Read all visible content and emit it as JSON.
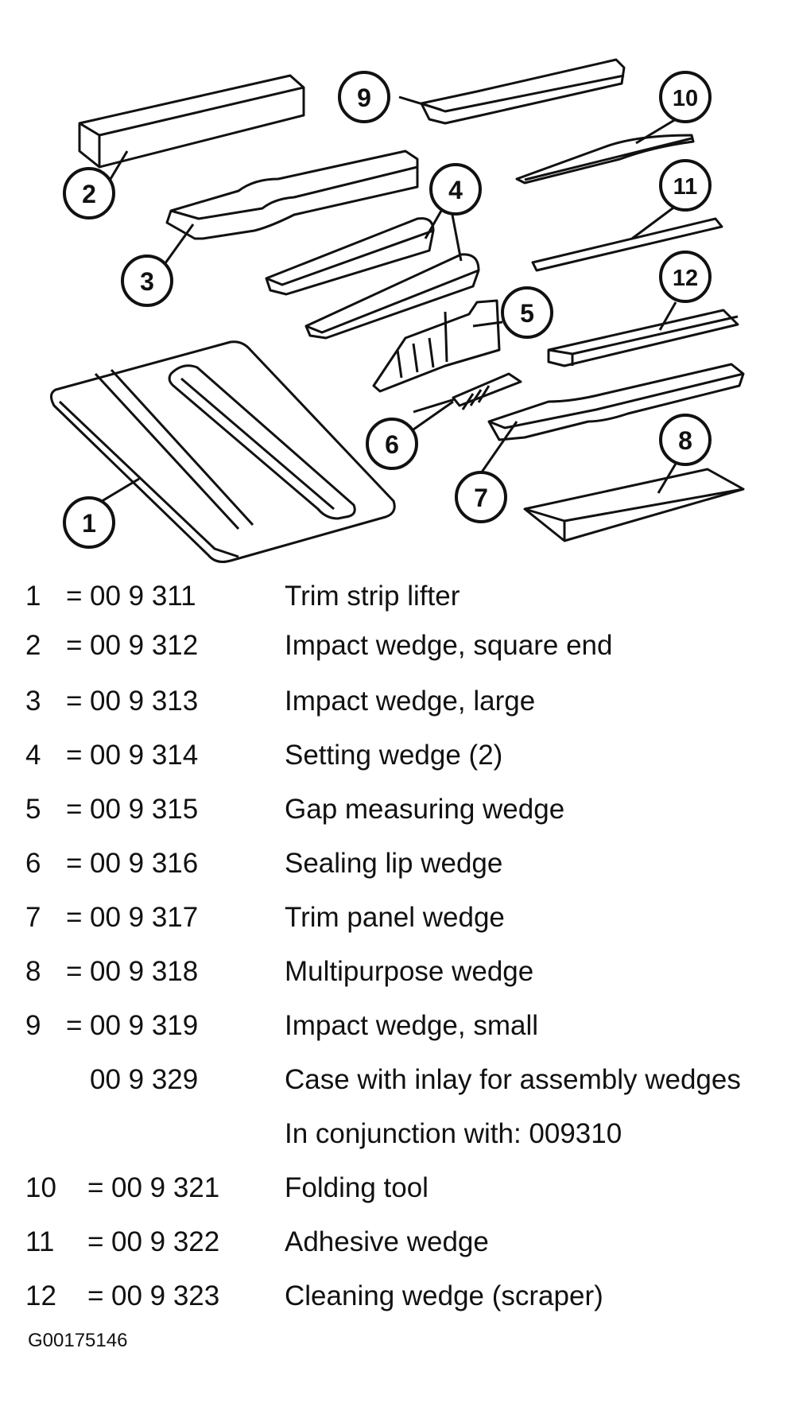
{
  "callouts": [
    "1",
    "2",
    "3",
    "4",
    "5",
    "6",
    "7",
    "8",
    "9",
    "10",
    "11",
    "12"
  ],
  "legend": [
    {
      "num": "1",
      "eq": "=",
      "code": "00 9 311",
      "desc": "Trim strip lifter"
    },
    {
      "num": "2",
      "eq": "=",
      "code": "00 9 312",
      "desc": "Impact wedge, square end"
    },
    {
      "num": "3",
      "eq": "=",
      "code": "00 9 313",
      "desc": "Impact wedge, large"
    },
    {
      "num": "4",
      "eq": "=",
      "code": "00 9 314",
      "desc": "Setting wedge (2)"
    },
    {
      "num": "5",
      "eq": "=",
      "code": "00 9 315",
      "desc": "Gap measuring wedge"
    },
    {
      "num": "6",
      "eq": "=",
      "code": "00 9 316",
      "desc": "Sealing lip wedge"
    },
    {
      "num": "7",
      "eq": "=",
      "code": "00 9 317",
      "desc": "Trim panel wedge"
    },
    {
      "num": "8",
      "eq": "=",
      "code": "00 9 318",
      "desc": "Multipurpose wedge"
    },
    {
      "num": "9",
      "eq": "=",
      "code": "00 9 319",
      "desc": "Impact wedge, small"
    },
    {
      "num": "",
      "eq": "",
      "code": "00 9 329",
      "desc": "Case with inlay for assembly wedges"
    },
    {
      "num": "",
      "eq": "",
      "code": "",
      "desc": "In conjunction with: 009310"
    },
    {
      "num": "10",
      "eq": "=",
      "code": "00 9 321",
      "desc": "Folding tool"
    },
    {
      "num": "11",
      "eq": "=",
      "code": "00 9 322",
      "desc": "Adhesive wedge"
    },
    {
      "num": "12",
      "eq": "=",
      "code": "00 9 323",
      "desc": "Cleaning wedge (scraper)"
    }
  ],
  "figure_code": "G00175146"
}
